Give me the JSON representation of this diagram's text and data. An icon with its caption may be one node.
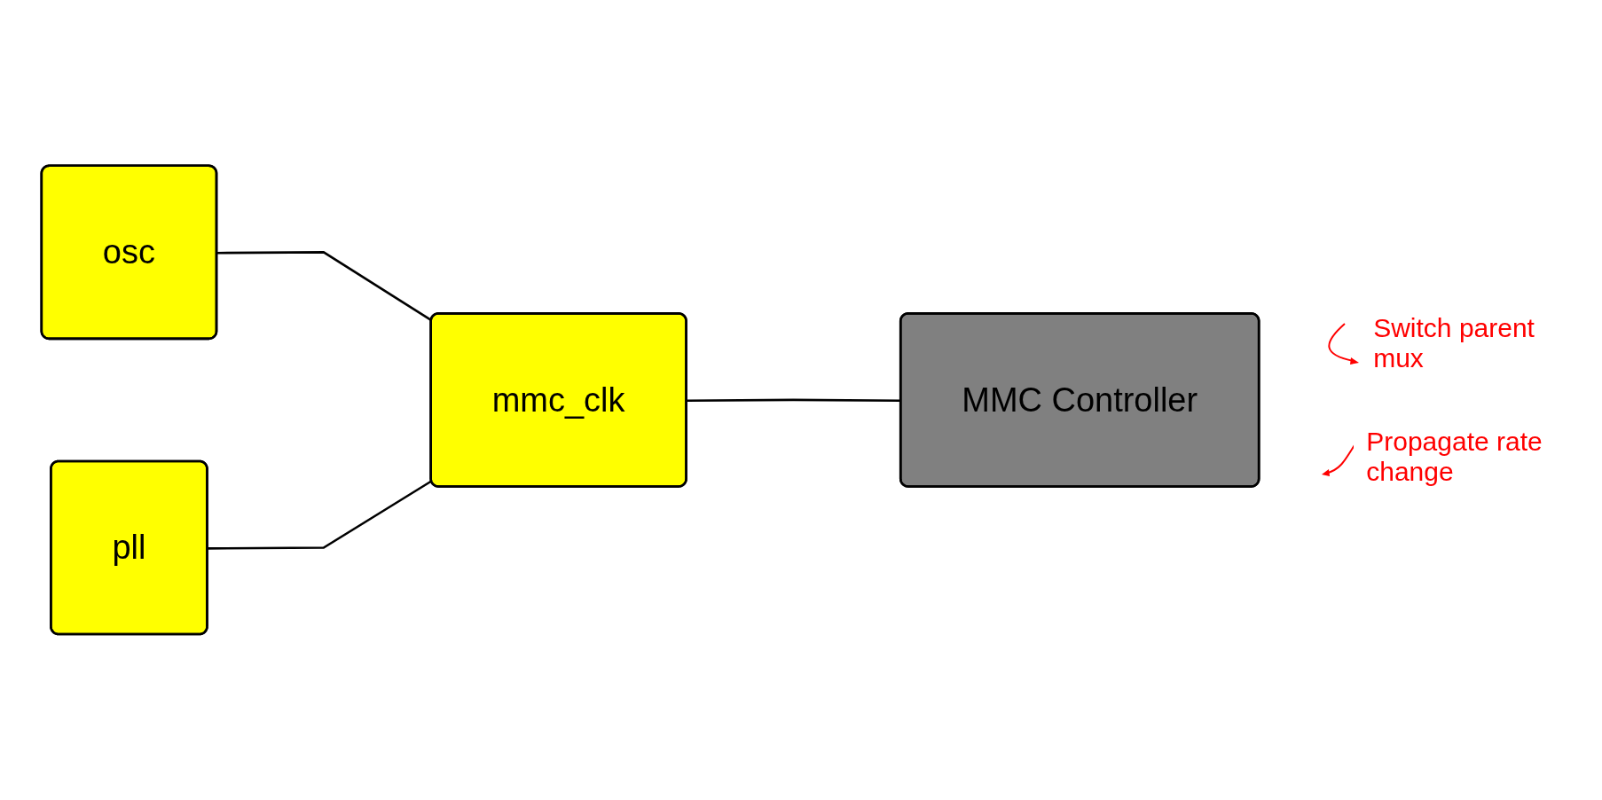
{
  "diagram": {
    "nodes": [
      {
        "text": [
          "osc"
        ]
      },
      {
        "text": [
          "pll"
        ]
      },
      {
        "text": [
          "mmc_clk"
        ]
      },
      {
        "text": [
          "MMC Controller"
        ]
      }
    ],
    "edges": [
      {
        "from": 0,
        "to": 2,
        "arrow": "none"
      },
      {
        "from": 1,
        "to": 2,
        "arrow": "none"
      },
      {
        "from": 2,
        "to": 3,
        "arrow": "none"
      }
    ],
    "labels": [
      "Switch parent mux",
      "Propagate rate change"
    ]
  }
}
